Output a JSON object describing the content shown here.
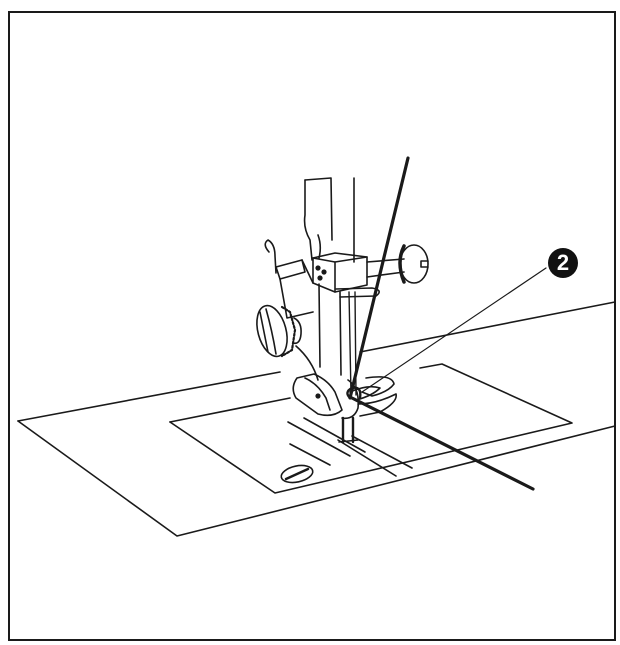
{
  "figure": {
    "subject": "sewing machine presser foot with thread pulled under foot toward back",
    "callouts": [
      {
        "number": "2",
        "target": "thread under presser foot"
      }
    ]
  },
  "colors": {
    "line": "#1a1a1a",
    "background": "#ffffff",
    "callout_fill": "#111111",
    "callout_text": "#ffffff"
  }
}
